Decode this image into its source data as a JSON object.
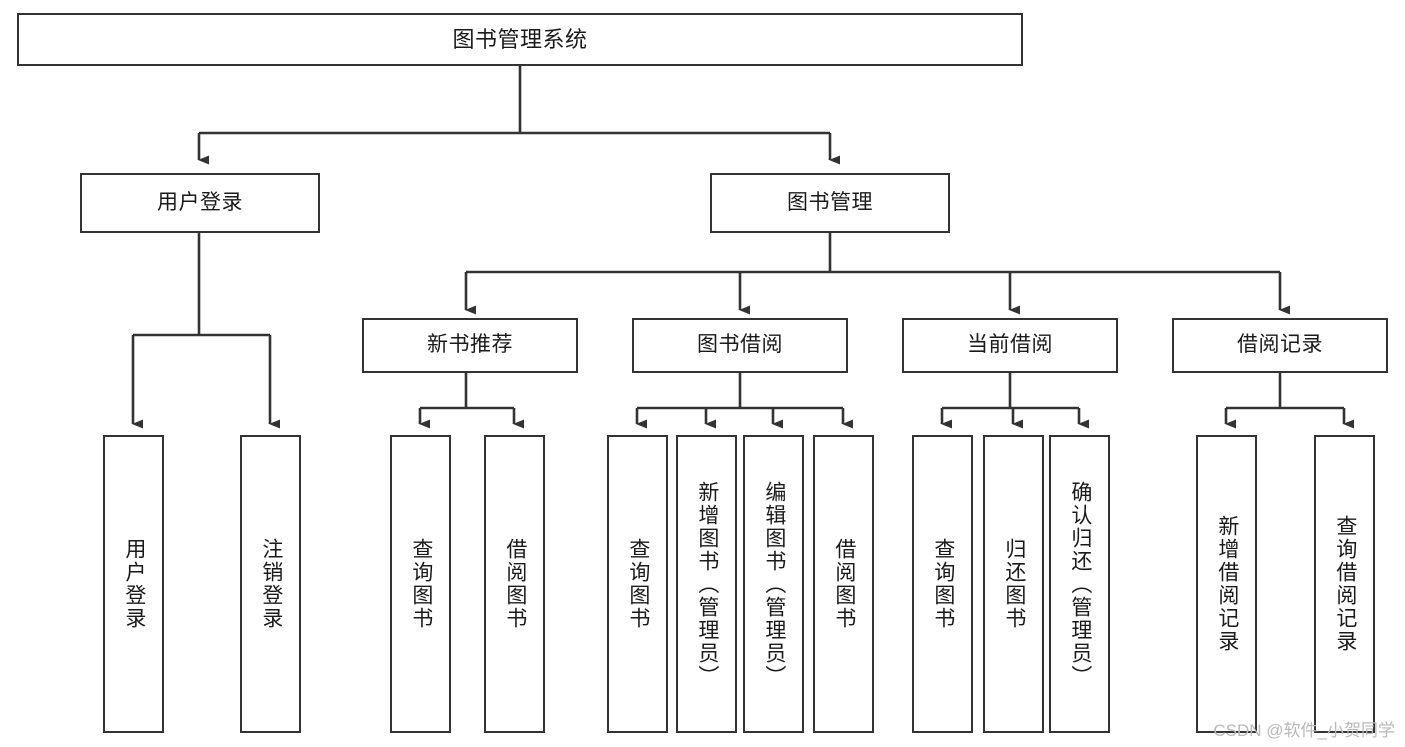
{
  "diagram": {
    "title": "图书管理系统",
    "type": "tree-hierarchy-chart",
    "orientation": "top-down",
    "colors": {
      "box_border": "#333333",
      "box_fill": "#ffffff",
      "edge": "#333333",
      "text": "#1a1a1a",
      "watermark": "#b9b9b9",
      "canvas": "#ffffff"
    },
    "levels": {
      "root": {
        "label": "图书管理系统",
        "text_direction": "horizontal"
      },
      "level2": [
        {
          "id": "user-login",
          "label": "用户登录",
          "text_direction": "horizontal"
        },
        {
          "id": "book-management",
          "label": "图书管理",
          "text_direction": "horizontal"
        }
      ],
      "level3": [
        {
          "id": "new-book-recommend",
          "label": "新书推荐",
          "text_direction": "horizontal",
          "parent": "book-management"
        },
        {
          "id": "book-borrow",
          "label": "图书借阅",
          "text_direction": "horizontal",
          "parent": "book-management"
        },
        {
          "id": "current-borrow",
          "label": "当前借阅",
          "text_direction": "horizontal",
          "parent": "book-management"
        },
        {
          "id": "borrow-record",
          "label": "借阅记录",
          "text_direction": "horizontal",
          "parent": "book-management"
        }
      ],
      "leaves": [
        {
          "id": "leaf-user-login",
          "label": "用户登录",
          "text_direction": "vertical",
          "parent": "user-login"
        },
        {
          "id": "leaf-logout-login",
          "label": "注销登录",
          "text_direction": "vertical",
          "parent": "user-login"
        },
        {
          "id": "leaf-query-book-1",
          "label": "查询图书",
          "text_direction": "vertical",
          "parent": "new-book-recommend"
        },
        {
          "id": "leaf-borrow-book-1",
          "label": "借阅图书",
          "text_direction": "vertical",
          "parent": "new-book-recommend"
        },
        {
          "id": "leaf-query-book-2",
          "label": "查询图书",
          "text_direction": "vertical",
          "parent": "book-borrow"
        },
        {
          "id": "leaf-add-book",
          "label": "新增图书（管理员）",
          "text_direction": "vertical",
          "parent": "book-borrow"
        },
        {
          "id": "leaf-edit-book",
          "label": "编辑图书（管理员）",
          "text_direction": "vertical",
          "parent": "book-borrow"
        },
        {
          "id": "leaf-borrow-book-2",
          "label": "借阅图书",
          "text_direction": "vertical",
          "parent": "book-borrow"
        },
        {
          "id": "leaf-query-book-3",
          "label": "查询图书",
          "text_direction": "vertical",
          "parent": "current-borrow"
        },
        {
          "id": "leaf-return-book",
          "label": "归还图书",
          "text_direction": "vertical",
          "parent": "current-borrow"
        },
        {
          "id": "leaf-confirm-return",
          "label": "确认归还（管理员）",
          "text_direction": "vertical",
          "parent": "current-borrow"
        },
        {
          "id": "leaf-add-borrow-record",
          "label": "新增借阅记录",
          "text_direction": "vertical",
          "parent": "borrow-record"
        },
        {
          "id": "leaf-query-borrow-record",
          "label": "查询借阅记录",
          "text_direction": "vertical",
          "parent": "borrow-record"
        }
      ]
    },
    "watermark": "CSDN @软件_小贺同学"
  }
}
